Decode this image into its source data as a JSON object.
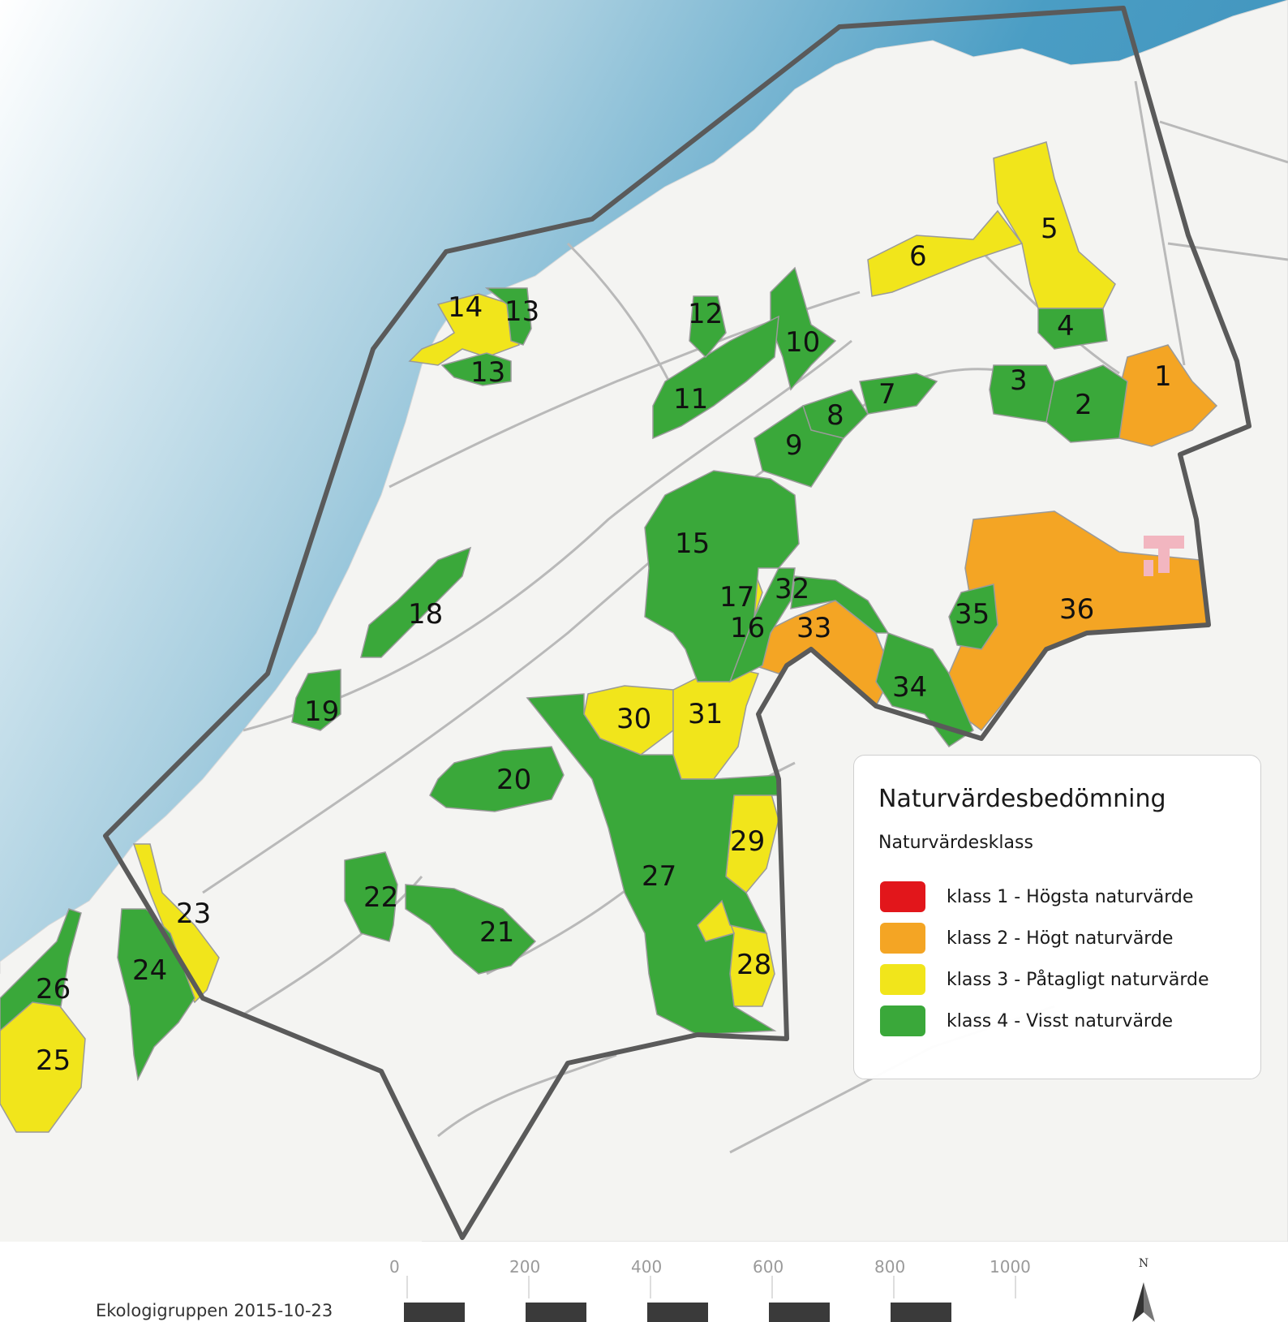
{
  "areas": [
    {
      "number": "1",
      "klass": 2
    },
    {
      "number": "2",
      "klass": 4
    },
    {
      "number": "3",
      "klass": 4
    },
    {
      "number": "4",
      "klass": 4
    },
    {
      "number": "5",
      "klass": 3
    },
    {
      "number": "6",
      "klass": 3
    },
    {
      "number": "7",
      "klass": 4
    },
    {
      "number": "8",
      "klass": 4
    },
    {
      "number": "9",
      "klass": 4
    },
    {
      "number": "10",
      "klass": 4
    },
    {
      "number": "11",
      "klass": 4
    },
    {
      "number": "12",
      "klass": 4
    },
    {
      "number": "13",
      "klass": 4
    },
    {
      "number": "13",
      "klass": 4
    },
    {
      "number": "14",
      "klass": 3
    },
    {
      "number": "15",
      "klass": 4
    },
    {
      "number": "16",
      "klass": 4
    },
    {
      "number": "17",
      "klass": 3
    },
    {
      "number": "18",
      "klass": 4
    },
    {
      "number": "19",
      "klass": 4
    },
    {
      "number": "20",
      "klass": 4
    },
    {
      "number": "21",
      "klass": 4
    },
    {
      "number": "22",
      "klass": 4
    },
    {
      "number": "23",
      "klass": 3
    },
    {
      "number": "24",
      "klass": 4
    },
    {
      "number": "25",
      "klass": 3
    },
    {
      "number": "26",
      "klass": 4
    },
    {
      "number": "27",
      "klass": 4
    },
    {
      "number": "28",
      "klass": 3
    },
    {
      "number": "29",
      "klass": 3
    },
    {
      "number": "30",
      "klass": 3
    },
    {
      "number": "31",
      "klass": 3
    },
    {
      "number": "32",
      "klass": 4
    },
    {
      "number": "33",
      "klass": 2
    },
    {
      "number": "34",
      "klass": 4
    },
    {
      "number": "35",
      "klass": 4
    },
    {
      "number": "36",
      "klass": 2
    }
  ],
  "legend": {
    "title": "Naturvärdesbedömning",
    "subtitle": "Naturvärdesklass",
    "classes": [
      {
        "label": "klass 1 - Högsta naturvärde",
        "color": "#e2161b"
      },
      {
        "label": "klass 2 - Högt naturvärde",
        "color": "#f4a524"
      },
      {
        "label": "klass 3 - Påtagligt naturvärde",
        "color": "#f1e51b"
      },
      {
        "label": "klass 4 - Visst naturvärde",
        "color": "#3aa83a"
      }
    ]
  },
  "scale": {
    "ticks": [
      "0",
      "200",
      "400",
      "600",
      "800",
      "1000"
    ]
  },
  "north_label": "N",
  "credit": "Ekologigruppen 2015-10-23",
  "colors": {
    "sea": "#4a9dc4",
    "land": "#f4f4f2",
    "klass2": "#f4a524",
    "klass3": "#f1e51b",
    "klass4": "#3aa83a",
    "boundary": "#5a5a5a"
  }
}
